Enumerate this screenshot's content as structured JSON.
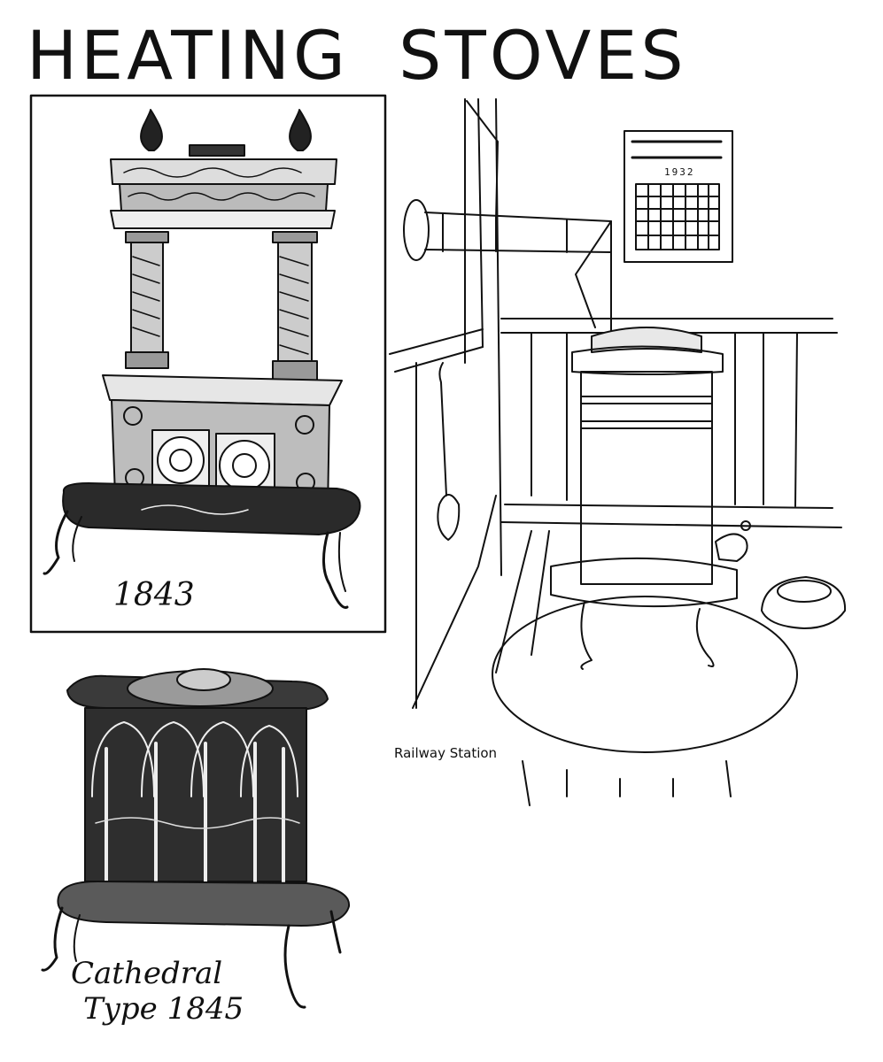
{
  "title": "HEATING  STOVES",
  "captions": {
    "stove_1843": "1843",
    "railway": "Railway Station",
    "cathedral_line1": "Cathedral",
    "cathedral_line2": "Type 1845"
  },
  "calendar": {
    "year": "1932"
  },
  "colors": {
    "ink": "#111111",
    "paper": "#ffffff"
  }
}
